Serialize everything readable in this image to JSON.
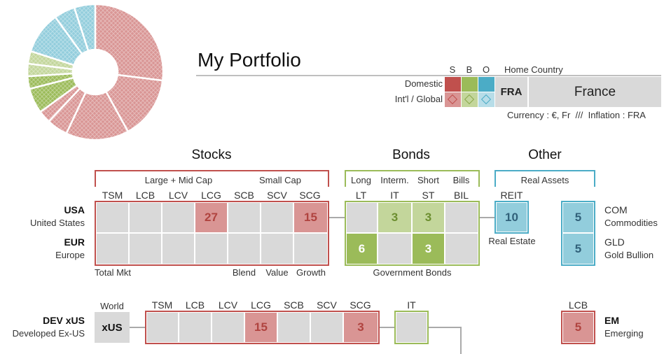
{
  "title": "My Portfolio",
  "legend": {
    "col_s": "S",
    "col_b": "B",
    "col_o": "O",
    "home_country_label": "Home Country",
    "domestic": "Domestic",
    "intl_global": "Int'l / Global",
    "country_code": "FRA",
    "country_name": "France",
    "currency_line": "Currency : €, Fr  ///  Inflation : FRA",
    "colors": {
      "stocks": "#c0504d",
      "bonds": "#9bbb59",
      "other": "#4bacc6"
    }
  },
  "donut": {
    "segments": [
      {
        "group": "stocks",
        "value": 27,
        "color": "#d99594"
      },
      {
        "group": "stocks",
        "value": 15,
        "color": "#d99594"
      },
      {
        "group": "stocks",
        "value": 15,
        "color": "#d99594"
      },
      {
        "group": "stocks",
        "value": 5,
        "color": "#d99594"
      },
      {
        "group": "stocks",
        "value": 3,
        "color": "#d99594"
      },
      {
        "group": "bonds",
        "value": 6,
        "color": "#9bbb59"
      },
      {
        "group": "bonds",
        "value": 3,
        "color": "#9bbb59"
      },
      {
        "group": "bonds",
        "value": 3,
        "color": "#c3d69b"
      },
      {
        "group": "bonds",
        "value": 3,
        "color": "#c3d69b"
      },
      {
        "group": "other",
        "value": 10,
        "color": "#92cddc"
      },
      {
        "group": "other",
        "value": 5,
        "color": "#92cddc"
      },
      {
        "group": "other",
        "value": 5,
        "color": "#92cddc"
      }
    ]
  },
  "sections": {
    "stocks": "Stocks",
    "bonds": "Bonds",
    "other": "Other"
  },
  "stocks": {
    "group_large_mid": "Large + Mid Cap",
    "group_small": "Small Cap",
    "columns": [
      "TSM",
      "LCB",
      "LCV",
      "LCG",
      "SCB",
      "SCV",
      "SCG"
    ],
    "foot_total": "Total Mkt",
    "foot_blend": "Blend",
    "foot_value": "Value",
    "foot_growth": "Growth"
  },
  "bonds": {
    "sub": [
      "Long",
      "Interm.",
      "Short",
      "Bills"
    ],
    "columns": [
      "LT",
      "IT",
      "ST",
      "BIL"
    ],
    "foot": "Government Bonds"
  },
  "other": {
    "group": "Real Assets",
    "reit": "REIT",
    "reit_foot": "Real Estate",
    "com_code": "COM",
    "com_name": "Commodities",
    "gld_code": "GLD",
    "gld_name": "Gold Bullion"
  },
  "rows": {
    "usa": {
      "code": "USA",
      "name": "United States",
      "stocks": [
        "",
        "",
        "",
        "27",
        "",
        "",
        "15"
      ],
      "bonds": [
        "",
        "3",
        "3",
        ""
      ],
      "reit": "10",
      "com": "5"
    },
    "eur": {
      "code": "EUR",
      "name": "Europe",
      "stocks": [
        "",
        "",
        "",
        "",
        "",
        "",
        ""
      ],
      "bonds": [
        "6",
        "",
        "3",
        ""
      ],
      "gld": "5"
    },
    "dev": {
      "code": "DEV xUS",
      "name": "Developed Ex-US",
      "world_label": "World",
      "xus": "xUS",
      "columns": [
        "TSM",
        "LCB",
        "LCV",
        "LCG",
        "SCB",
        "SCV",
        "SCG"
      ],
      "stocks": [
        "",
        "",
        "",
        "15",
        "",
        "",
        "3"
      ],
      "it_label": "IT",
      "it_value": ""
    },
    "em": {
      "code": "EM",
      "name": "Emerging",
      "col": "LCB",
      "value": "5"
    }
  }
}
